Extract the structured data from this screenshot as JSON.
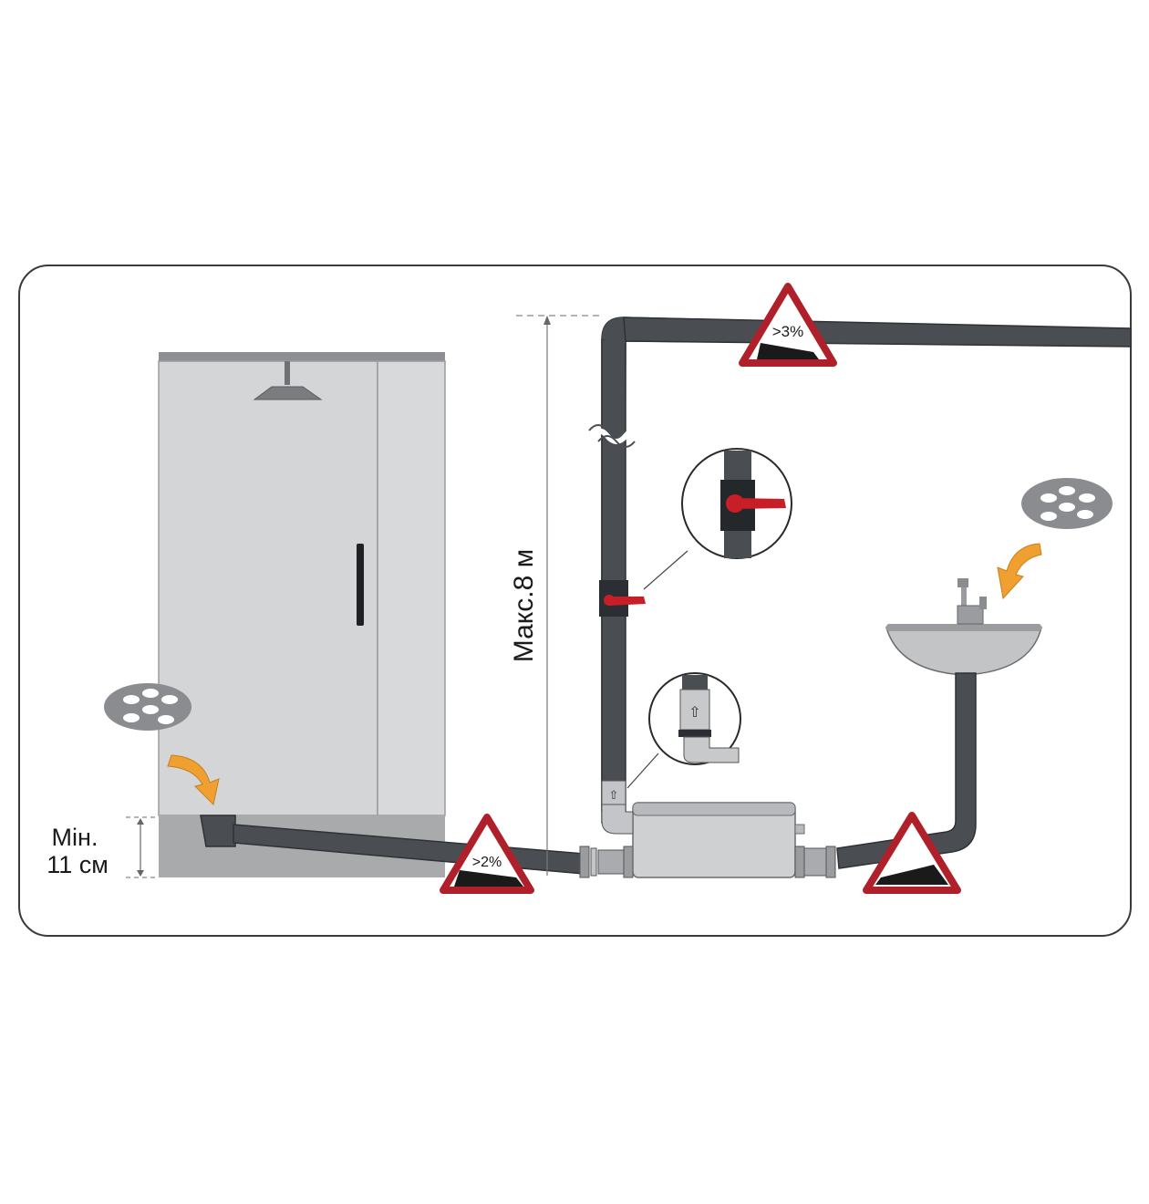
{
  "labels": {
    "max_height": "Макс.8 м",
    "min_label_line1": "Мін.",
    "min_label_line2": "11 см",
    "slope_top": ">3%",
    "slope_bottom": ">2%"
  },
  "colors": {
    "frame_border": "#3a3a3a",
    "pipe": "#4a4e53",
    "pipe_outline": "#2e3135",
    "shower_panel": "#d4d5d7",
    "shower_base": "#a9aaac",
    "warning_red": "#b0202a",
    "arrow_orange": "#f0a030",
    "valve_red": "#c81e28",
    "grate": "#8a8c8f"
  },
  "icons": [
    "warning-triangle-icon",
    "ball-valve-icon",
    "check-valve-icon",
    "drain-grate-icon",
    "flow-arrow-icon",
    "shower-head-icon",
    "wash-basin-icon",
    "pump-unit-icon"
  ]
}
